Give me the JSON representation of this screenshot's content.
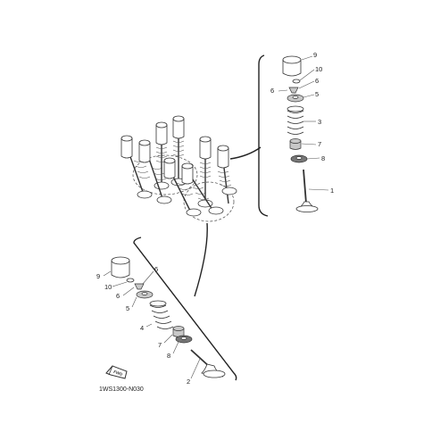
{
  "diagram": {
    "code": "1WS1300-N030",
    "fwd_text": "FWD",
    "labels_upper": [
      "9",
      "10",
      "6",
      "6",
      "5",
      "3",
      "7",
      "8",
      "1"
    ],
    "labels_lower": [
      "9",
      "6",
      "10",
      "6",
      "5",
      "4",
      "7",
      "8",
      "2"
    ]
  }
}
